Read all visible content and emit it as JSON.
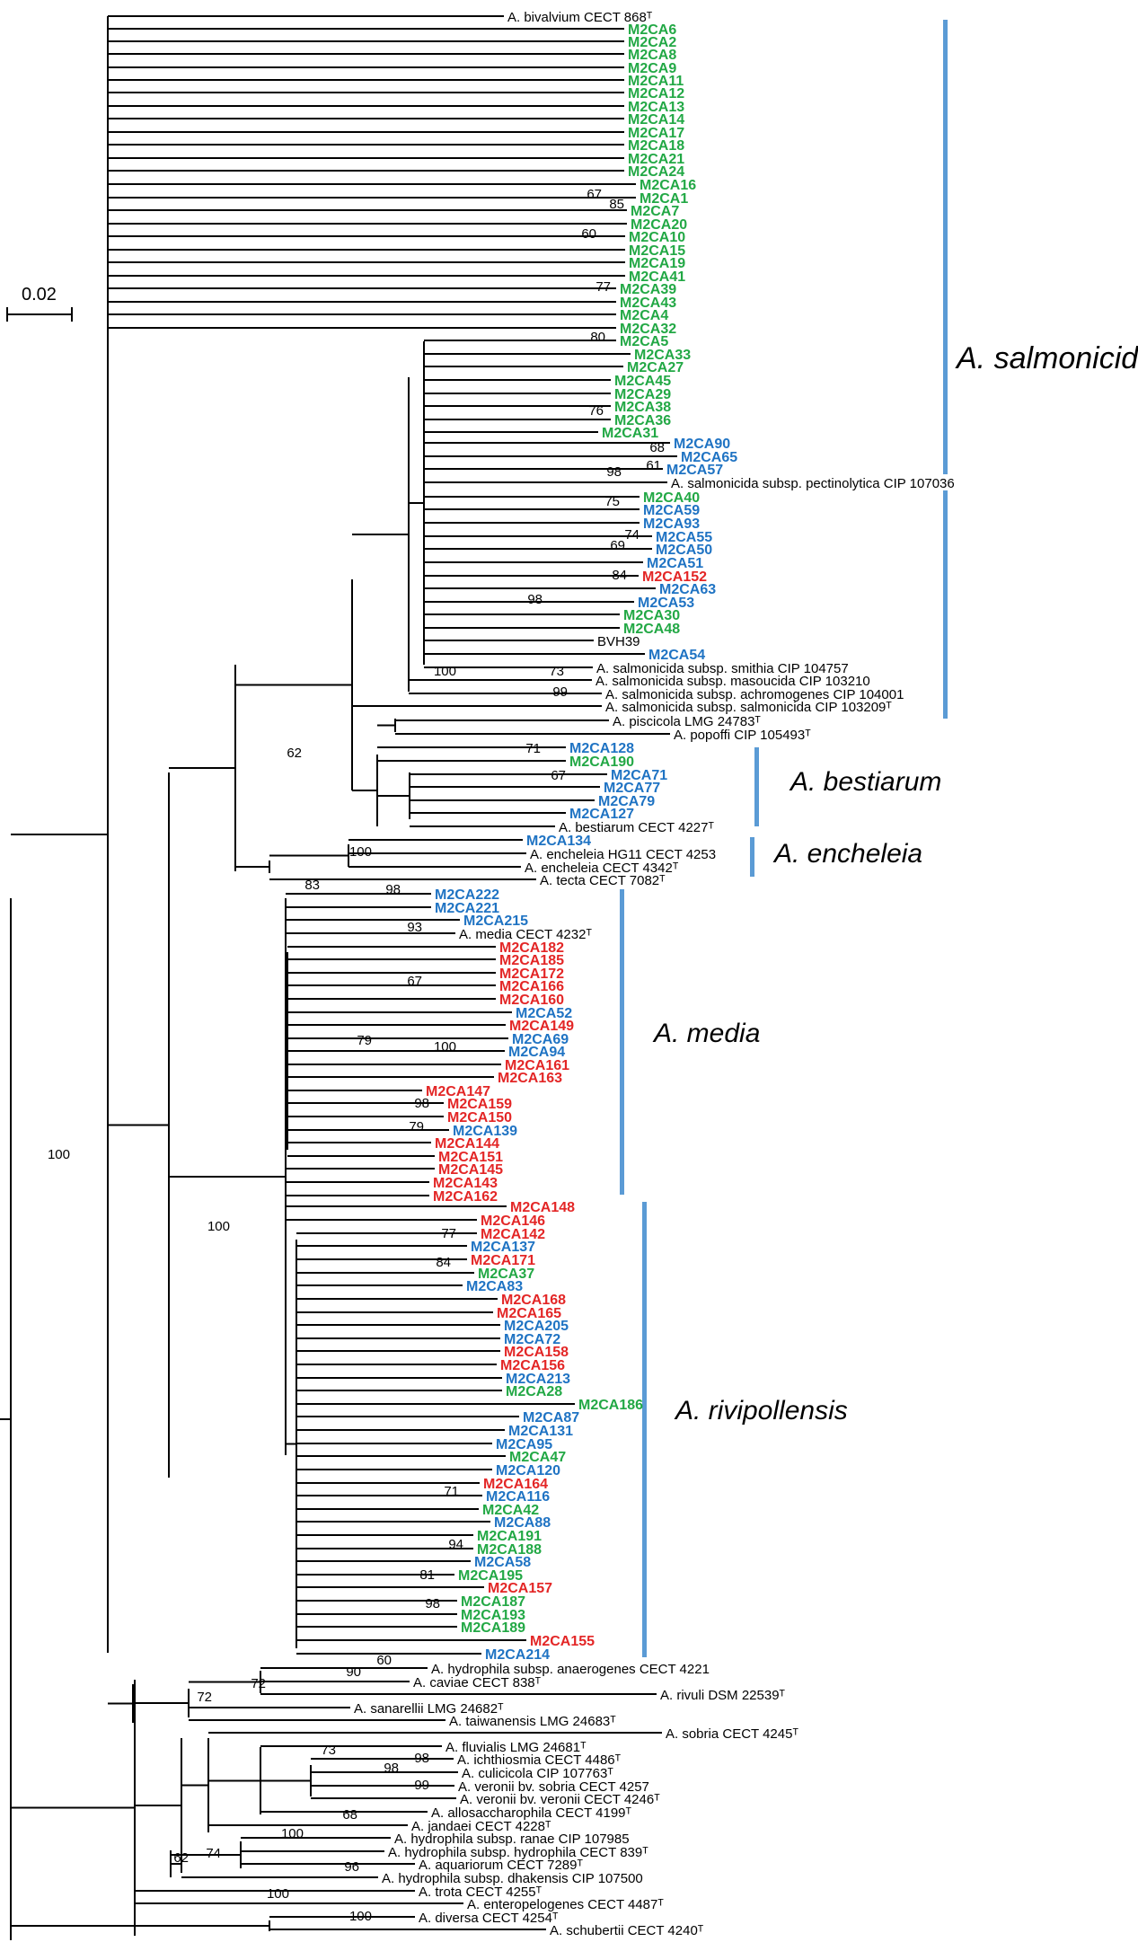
{
  "scale_bar": {
    "label": "0.02"
  },
  "colors": {
    "branch": "#000000",
    "green": "#22a845",
    "blue": "#1f73c3",
    "red": "#e32626",
    "black": "#000000",
    "clade_bar": "#5b9bd5"
  },
  "clades": [
    {
      "id": "salmonicida",
      "label": "A. salmonicida"
    },
    {
      "id": "bestiarum",
      "label": "A. bestiarum"
    },
    {
      "id": "encheleia",
      "label": "A. encheleia"
    },
    {
      "id": "media",
      "label": "A. media"
    },
    {
      "id": "rivipollensis",
      "label": "A. rivipollensis"
    }
  ],
  "taxa": [
    {
      "id": "bivalvium",
      "label": "A. bivalvium CECT 868ᵀ",
      "color": "black"
    },
    {
      "id": "M2CA6",
      "label": "M2CA6",
      "color": "green"
    },
    {
      "id": "M2CA2",
      "label": "M2CA2",
      "color": "green"
    },
    {
      "id": "M2CA8",
      "label": "M2CA8",
      "color": "green"
    },
    {
      "id": "M2CA9",
      "label": "M2CA9",
      "color": "green"
    },
    {
      "id": "M2CA11",
      "label": "M2CA11",
      "color": "green"
    },
    {
      "id": "M2CA12",
      "label": "M2CA12",
      "color": "green"
    },
    {
      "id": "M2CA13",
      "label": "M2CA13",
      "color": "green"
    },
    {
      "id": "M2CA14",
      "label": "M2CA14",
      "color": "green"
    },
    {
      "id": "M2CA17",
      "label": "M2CA17",
      "color": "green"
    },
    {
      "id": "M2CA18",
      "label": "M2CA18",
      "color": "green"
    },
    {
      "id": "M2CA21",
      "label": "M2CA21",
      "color": "green"
    },
    {
      "id": "M2CA24",
      "label": "M2CA24",
      "color": "green"
    },
    {
      "id": "M2CA16",
      "label": "M2CA16",
      "color": "green"
    },
    {
      "id": "M2CA1",
      "label": "M2CA1",
      "color": "green"
    },
    {
      "id": "M2CA7",
      "label": "M2CA7",
      "color": "green"
    },
    {
      "id": "M2CA20",
      "label": "M2CA20",
      "color": "green"
    },
    {
      "id": "M2CA10",
      "label": "M2CA10",
      "color": "green"
    },
    {
      "id": "M2CA15",
      "label": "M2CA15",
      "color": "green"
    },
    {
      "id": "M2CA19",
      "label": "M2CA19",
      "color": "green"
    },
    {
      "id": "M2CA41",
      "label": "M2CA41",
      "color": "green"
    },
    {
      "id": "M2CA39",
      "label": "M2CA39",
      "color": "green"
    },
    {
      "id": "M2CA43",
      "label": "M2CA43",
      "color": "green"
    },
    {
      "id": "M2CA4",
      "label": "M2CA4",
      "color": "green"
    },
    {
      "id": "M2CA32",
      "label": "M2CA32",
      "color": "green"
    },
    {
      "id": "M2CA5",
      "label": "M2CA5",
      "color": "green"
    },
    {
      "id": "M2CA33",
      "label": "M2CA33",
      "color": "green"
    },
    {
      "id": "M2CA27",
      "label": "M2CA27",
      "color": "green"
    },
    {
      "id": "M2CA45",
      "label": "M2CA45",
      "color": "green"
    },
    {
      "id": "M2CA29",
      "label": "M2CA29",
      "color": "green"
    },
    {
      "id": "M2CA38",
      "label": "M2CA38",
      "color": "green"
    },
    {
      "id": "M2CA36",
      "label": "M2CA36",
      "color": "green"
    },
    {
      "id": "M2CA31",
      "label": "M2CA31",
      "color": "green"
    },
    {
      "id": "M2CA90",
      "label": "M2CA90",
      "color": "blue"
    },
    {
      "id": "M2CA65",
      "label": "M2CA65",
      "color": "blue"
    },
    {
      "id": "M2CA57",
      "label": "M2CA57",
      "color": "blue"
    },
    {
      "id": "salm_pect",
      "label": "A. salmonicida subsp. pectinolytica CIP 107036",
      "color": "black"
    },
    {
      "id": "M2CA40",
      "label": "M2CA40",
      "color": "green"
    },
    {
      "id": "M2CA59",
      "label": "M2CA59",
      "color": "blue"
    },
    {
      "id": "M2CA93",
      "label": "M2CA93",
      "color": "blue"
    },
    {
      "id": "M2CA55",
      "label": "M2CA55",
      "color": "blue"
    },
    {
      "id": "M2CA50",
      "label": "M2CA50",
      "color": "blue"
    },
    {
      "id": "M2CA51",
      "label": "M2CA51",
      "color": "blue"
    },
    {
      "id": "M2CA152",
      "label": "M2CA152",
      "color": "red"
    },
    {
      "id": "M2CA63",
      "label": "M2CA63",
      "color": "blue"
    },
    {
      "id": "M2CA53",
      "label": "M2CA53",
      "color": "blue"
    },
    {
      "id": "M2CA30",
      "label": "M2CA30",
      "color": "green"
    },
    {
      "id": "M2CA48",
      "label": "M2CA48",
      "color": "green"
    },
    {
      "id": "BVH39",
      "label": "BVH39",
      "color": "black"
    },
    {
      "id": "M2CA54",
      "label": "M2CA54",
      "color": "blue"
    },
    {
      "id": "salm_smithia",
      "label": "A. salmonicida subsp. smithia CIP 104757",
      "color": "black"
    },
    {
      "id": "salm_masou",
      "label": "A. salmonicida subsp. masoucida CIP 103210",
      "color": "black"
    },
    {
      "id": "salm_achro",
      "label": "A. salmonicida subsp. achromogenes CIP 104001",
      "color": "black"
    },
    {
      "id": "salm_salm",
      "label": "A. salmonicida subsp. salmonicida CIP 103209ᵀ",
      "color": "black"
    },
    {
      "id": "piscicola",
      "label": "A. piscicola LMG 24783ᵀ",
      "color": "black"
    },
    {
      "id": "popoffi",
      "label": "A. popoffi CIP 105493ᵀ",
      "color": "black"
    },
    {
      "id": "M2CA128",
      "label": "M2CA128",
      "color": "blue"
    },
    {
      "id": "M2CA190",
      "label": "M2CA190",
      "color": "green"
    },
    {
      "id": "M2CA71",
      "label": "M2CA71",
      "color": "blue"
    },
    {
      "id": "M2CA77",
      "label": "M2CA77",
      "color": "blue"
    },
    {
      "id": "M2CA79",
      "label": "M2CA79",
      "color": "blue"
    },
    {
      "id": "M2CA127",
      "label": "M2CA127",
      "color": "blue"
    },
    {
      "id": "bestiarum",
      "label": "A. bestiarum CECT 4227ᵀ",
      "color": "black"
    },
    {
      "id": "M2CA134",
      "label": "M2CA134",
      "color": "blue"
    },
    {
      "id": "ench_hg11",
      "label": "A. encheleia HG11 CECT 4253",
      "color": "black"
    },
    {
      "id": "ench_4342",
      "label": "A. encheleia CECT 4342ᵀ",
      "color": "black"
    },
    {
      "id": "tecta",
      "label": "A. tecta CECT 7082ᵀ",
      "color": "black"
    },
    {
      "id": "M2CA222",
      "label": "M2CA222",
      "color": "blue"
    },
    {
      "id": "M2CA221",
      "label": "M2CA221",
      "color": "blue"
    },
    {
      "id": "M2CA215",
      "label": "M2CA215",
      "color": "blue"
    },
    {
      "id": "media",
      "label": "A. media CECT 4232ᵀ",
      "color": "black"
    },
    {
      "id": "M2CA182",
      "label": "M2CA182",
      "color": "red"
    },
    {
      "id": "M2CA185",
      "label": "M2CA185",
      "color": "red"
    },
    {
      "id": "M2CA172",
      "label": "M2CA172",
      "color": "red"
    },
    {
      "id": "M2CA166",
      "label": "M2CA166",
      "color": "red"
    },
    {
      "id": "M2CA160",
      "label": "M2CA160",
      "color": "red"
    },
    {
      "id": "M2CA52",
      "label": "M2CA52",
      "color": "blue"
    },
    {
      "id": "M2CA149",
      "label": "M2CA149",
      "color": "red"
    },
    {
      "id": "M2CA69",
      "label": "M2CA69",
      "color": "blue"
    },
    {
      "id": "M2CA94",
      "label": "M2CA94",
      "color": "blue"
    },
    {
      "id": "M2CA161",
      "label": "M2CA161",
      "color": "red"
    },
    {
      "id": "M2CA163",
      "label": "M2CA163",
      "color": "red"
    },
    {
      "id": "M2CA147",
      "label": "M2CA147",
      "color": "red"
    },
    {
      "id": "M2CA159",
      "label": "M2CA159",
      "color": "red"
    },
    {
      "id": "M2CA150",
      "label": "M2CA150",
      "color": "red"
    },
    {
      "id": "M2CA139",
      "label": "M2CA139",
      "color": "blue"
    },
    {
      "id": "M2CA144",
      "label": "M2CA144",
      "color": "red"
    },
    {
      "id": "M2CA151",
      "label": "M2CA151",
      "color": "red"
    },
    {
      "id": "M2CA145",
      "label": "M2CA145",
      "color": "red"
    },
    {
      "id": "M2CA143",
      "label": "M2CA143",
      "color": "red"
    },
    {
      "id": "M2CA162",
      "label": "M2CA162",
      "color": "red"
    },
    {
      "id": "M2CA148",
      "label": "M2CA148",
      "color": "red"
    },
    {
      "id": "M2CA146",
      "label": "M2CA146",
      "color": "red"
    },
    {
      "id": "M2CA142",
      "label": "M2CA142",
      "color": "red"
    },
    {
      "id": "M2CA137",
      "label": "M2CA137",
      "color": "blue"
    },
    {
      "id": "M2CA171",
      "label": "M2CA171",
      "color": "red"
    },
    {
      "id": "M2CA37",
      "label": "M2CA37",
      "color": "green"
    },
    {
      "id": "M2CA83",
      "label": "M2CA83",
      "color": "blue"
    },
    {
      "id": "M2CA168",
      "label": "M2CA168",
      "color": "red"
    },
    {
      "id": "M2CA165",
      "label": "M2CA165",
      "color": "red"
    },
    {
      "id": "M2CA205",
      "label": "M2CA205",
      "color": "blue"
    },
    {
      "id": "M2CA72",
      "label": "M2CA72",
      "color": "blue"
    },
    {
      "id": "M2CA158",
      "label": "M2CA158",
      "color": "red"
    },
    {
      "id": "M2CA156",
      "label": "M2CA156",
      "color": "red"
    },
    {
      "id": "M2CA213",
      "label": "M2CA213",
      "color": "blue"
    },
    {
      "id": "M2CA28",
      "label": "M2CA28",
      "color": "green"
    },
    {
      "id": "M2CA186",
      "label": "M2CA186",
      "color": "green"
    },
    {
      "id": "M2CA87",
      "label": "M2CA87",
      "color": "blue"
    },
    {
      "id": "M2CA131",
      "label": "M2CA131",
      "color": "blue"
    },
    {
      "id": "M2CA95",
      "label": "M2CA95",
      "color": "blue"
    },
    {
      "id": "M2CA47",
      "label": "M2CA47",
      "color": "green"
    },
    {
      "id": "M2CA120",
      "label": "M2CA120",
      "color": "blue"
    },
    {
      "id": "M2CA164",
      "label": "M2CA164",
      "color": "red"
    },
    {
      "id": "M2CA116",
      "label": "M2CA116",
      "color": "blue"
    },
    {
      "id": "M2CA42",
      "label": "M2CA42",
      "color": "green"
    },
    {
      "id": "M2CA88",
      "label": "M2CA88",
      "color": "blue"
    },
    {
      "id": "M2CA191",
      "label": "M2CA191",
      "color": "green"
    },
    {
      "id": "M2CA188",
      "label": "M2CA188",
      "color": "green"
    },
    {
      "id": "M2CA58",
      "label": "M2CA58",
      "color": "blue"
    },
    {
      "id": "M2CA195",
      "label": "M2CA195",
      "color": "green"
    },
    {
      "id": "M2CA157",
      "label": "M2CA157",
      "color": "red"
    },
    {
      "id": "M2CA187",
      "label": "M2CA187",
      "color": "green"
    },
    {
      "id": "M2CA193",
      "label": "M2CA193",
      "color": "green"
    },
    {
      "id": "M2CA189",
      "label": "M2CA189",
      "color": "green"
    },
    {
      "id": "M2CA155",
      "label": "M2CA155",
      "color": "red"
    },
    {
      "id": "M2CA214",
      "label": "M2CA214",
      "color": "blue"
    },
    {
      "id": "hydro_anae",
      "label": "A. hydrophila subsp. anaerogenes CECT 4221",
      "color": "black"
    },
    {
      "id": "caviae",
      "label": "A. caviae CECT 838ᵀ",
      "color": "black"
    },
    {
      "id": "rivuli",
      "label": "A. rivuli DSM 22539ᵀ",
      "color": "black"
    },
    {
      "id": "sanarellii",
      "label": "A. sanarellii LMG 24682ᵀ",
      "color": "black"
    },
    {
      "id": "taiwanensis",
      "label": "A. taiwanensis LMG 24683ᵀ",
      "color": "black"
    },
    {
      "id": "sobria",
      "label": "A. sobria CECT 4245ᵀ",
      "color": "black"
    },
    {
      "id": "fluvialis",
      "label": "A. fluvialis LMG 24681ᵀ",
      "color": "black"
    },
    {
      "id": "ichthiosmia",
      "label": "A. ichthiosmia CECT 4486ᵀ",
      "color": "black"
    },
    {
      "id": "culicicola",
      "label": "A. culicicola CIP 107763ᵀ",
      "color": "black"
    },
    {
      "id": "ver_sobria",
      "label": "A. veronii bv. sobria CECT 4257",
      "color": "black"
    },
    {
      "id": "ver_veronii",
      "label": "A. veronii bv. veronii CECT 4246ᵀ",
      "color": "black"
    },
    {
      "id": "allosacch",
      "label": "A. allosaccharophila CECT 4199ᵀ",
      "color": "black"
    },
    {
      "id": "jandaei",
      "label": "A. jandaei  CECT 4228ᵀ",
      "color": "black"
    },
    {
      "id": "hydro_ranae",
      "label": "A. hydrophila subsp. ranae CIP 107985",
      "color": "black"
    },
    {
      "id": "hydro_hydro",
      "label": "A.  hydrophila subsp. hydrophila CECT 839ᵀ",
      "color": "black"
    },
    {
      "id": "aquariorum",
      "label": "A. aquariorum CECT 7289ᵀ",
      "color": "black"
    },
    {
      "id": "hydro_dhak",
      "label": "A. hydrophila subsp. dhakensis CIP 107500",
      "color": "black"
    },
    {
      "id": "trota",
      "label": "A. trota CECT 4255ᵀ",
      "color": "black"
    },
    {
      "id": "enteropel",
      "label": "A. enteropelogenes CECT 4487ᵀ",
      "color": "black"
    },
    {
      "id": "diversa",
      "label": "A. diversa CECT 4254ᵀ",
      "color": "black"
    },
    {
      "id": "schubertii",
      "label": "A. schubertii CECT 4240ᵀ",
      "color": "black"
    }
  ],
  "bootstrap": [
    {
      "node": "root",
      "value": "100"
    },
    {
      "node": "salm_core",
      "value": "98"
    },
    {
      "node": "salm_bigclade",
      "value": "100"
    },
    {
      "node": "salm_best_ench",
      "value": "62"
    },
    {
      "node": "ench_tecta",
      "value": "83"
    },
    {
      "node": "ench_group",
      "value": "100"
    },
    {
      "node": "bestiarum_group",
      "value": "71"
    },
    {
      "node": "bestiarum_inner",
      "value": "67"
    },
    {
      "node": "salm_subsp_a",
      "value": "73"
    },
    {
      "node": "salm_subsp_b",
      "value": "99"
    },
    {
      "node": "salm_green_a",
      "value": "67"
    },
    {
      "node": "salm_green_b",
      "value": "85"
    },
    {
      "node": "salm_green_c",
      "value": "60"
    },
    {
      "node": "salm_green_d",
      "value": "77"
    },
    {
      "node": "salm_green_e",
      "value": "80"
    },
    {
      "node": "salm_green_f",
      "value": "76"
    },
    {
      "node": "pect_group",
      "value": "98"
    },
    {
      "node": "pect_inner_a",
      "value": "68"
    },
    {
      "node": "pect_inner_b",
      "value": "61"
    },
    {
      "node": "blue_a",
      "value": "75"
    },
    {
      "node": "blue_b",
      "value": "69"
    },
    {
      "node": "blue_c",
      "value": "74"
    },
    {
      "node": "blue_d",
      "value": "84"
    },
    {
      "node": "media_riv",
      "value": "100"
    },
    {
      "node": "media_group",
      "value": "79"
    },
    {
      "node": "media_top",
      "value": "98"
    },
    {
      "node": "media_type",
      "value": "93"
    },
    {
      "node": "media_red",
      "value": "67"
    },
    {
      "node": "media_red_inner",
      "value": "100"
    },
    {
      "node": "media_159",
      "value": "98"
    },
    {
      "node": "media_139",
      "value": "79"
    },
    {
      "node": "riv_146",
      "value": "77"
    },
    {
      "node": "riv_171",
      "value": "84"
    },
    {
      "node": "riv_116",
      "value": "71"
    },
    {
      "node": "riv_191",
      "value": "94"
    },
    {
      "node": "riv_195",
      "value": "81"
    },
    {
      "node": "riv_187",
      "value": "98"
    },
    {
      "node": "caviae_group",
      "value": "72"
    },
    {
      "node": "caviae_inner",
      "value": "72"
    },
    {
      "node": "caviae_hydro",
      "value": "90"
    },
    {
      "node": "caviae_top",
      "value": "60"
    },
    {
      "node": "veronii_group",
      "value": "73"
    },
    {
      "node": "veronii_a",
      "value": "98"
    },
    {
      "node": "veronii_b",
      "value": "98"
    },
    {
      "node": "veronii_c",
      "value": "99"
    },
    {
      "node": "veronii_d",
      "value": "68"
    },
    {
      "node": "hydro_group",
      "value": "74"
    },
    {
      "node": "hydro_a",
      "value": "100"
    },
    {
      "node": "hydro_b",
      "value": "96"
    },
    {
      "node": "trota_group",
      "value": "100"
    },
    {
      "node": "lower_group",
      "value": "62"
    },
    {
      "node": "diversa_group",
      "value": "100"
    }
  ]
}
